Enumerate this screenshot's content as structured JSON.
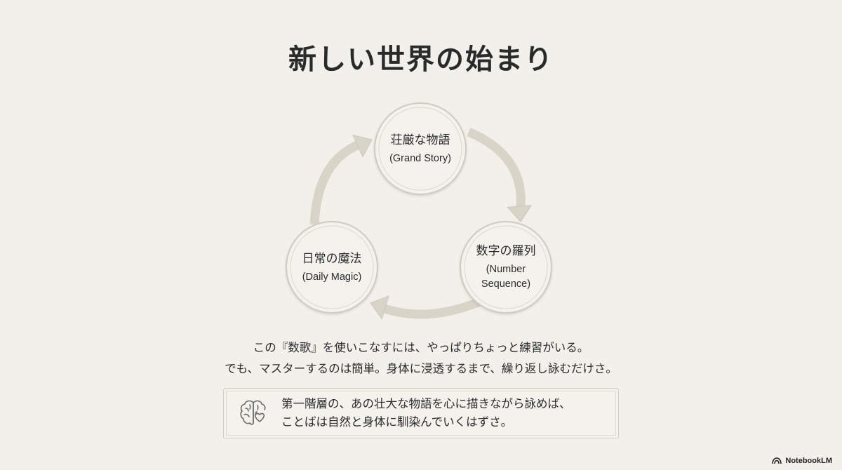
{
  "title": "新しい世界の始まり",
  "cycle": {
    "nodes": [
      {
        "label_jp": "荘厳な物語",
        "label_en": "(Grand Story)"
      },
      {
        "label_jp": "数字の羅列",
        "label_en": "(Number Sequence)"
      },
      {
        "label_jp": "日常の魔法",
        "label_en": "(Daily Magic)"
      }
    ]
  },
  "body": {
    "line1": "この『数歌』を使いこなすには、やっぱりちょっと練習がいる。",
    "line2": "でも、マスターするのは簡単。身体に浸透するまで、繰り返し詠むだけさ。"
  },
  "callout": {
    "icon": "brain-heart-icon",
    "line1": "第一階層の、あの壮大な物語を心に描きながら詠めば、",
    "line2": "ことばは自然と身体に馴染んでいくはずさ。"
  },
  "brand": {
    "icon": "notebooklm-logo-icon",
    "name": "NotebookLM"
  },
  "colors": {
    "background": "#f2f0eb",
    "arrow": "#d8d4c8",
    "node_ring": "#cfcbc0"
  }
}
